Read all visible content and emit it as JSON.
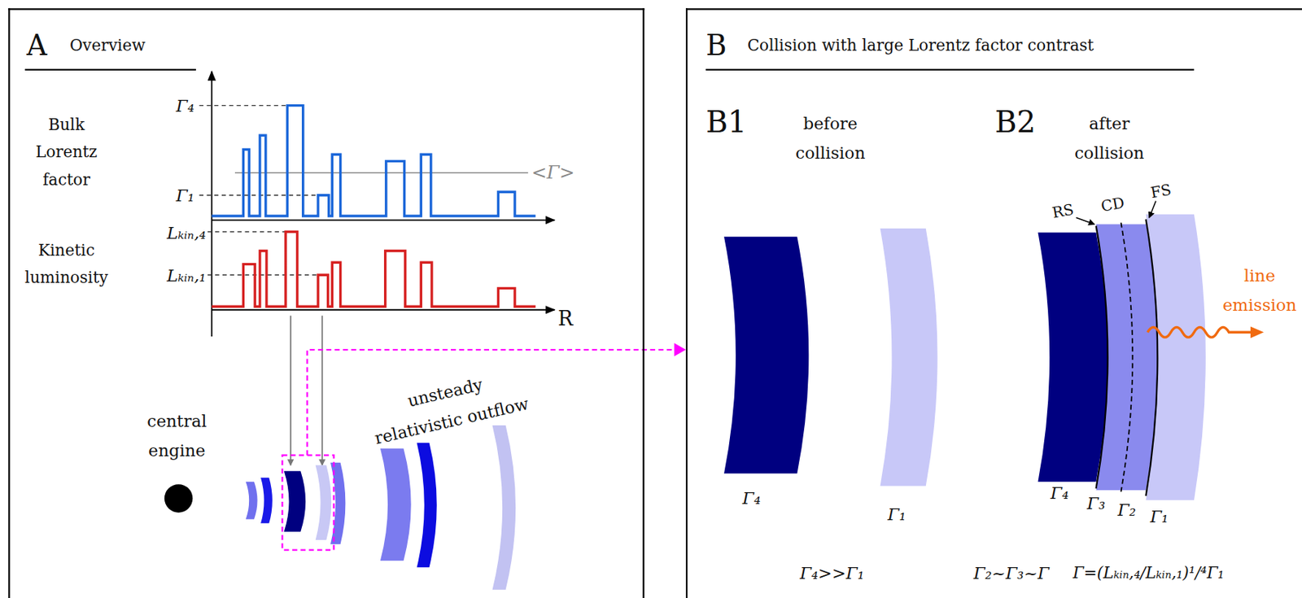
{
  "diagram": {
    "nodes": [
      {
        "text": [
          "A",
          "Overview"
        ]
      },
      {
        "text": [
          "B",
          "Collision with large Lorentz factor contrast"
        ]
      }
    ],
    "labels": [
      "Bulk Lorentz factor",
      "Kinetic luminosity",
      "Γ₄",
      "Γ₁",
      "<Γ>",
      "Lₖᵢₙ,₄",
      "Lₖᵢₙ,₁",
      "R",
      "central engine",
      "unsteady relativistic outflow",
      "B1",
      "before collision",
      "B2",
      "after collision",
      "RS",
      "CD",
      "FS",
      "line emission",
      "Γ₄",
      "Γ₁",
      "Γ₄",
      "Γ₃",
      "Γ₂",
      "Γ₁",
      "Γ₄>>Γ₁",
      "Γ₂~Γ₃~Γ",
      "Γ=(Lₖᵢₙ,₄/Lₖᵢₙ,₁)¹/⁴Γ₁"
    ]
  }
}
